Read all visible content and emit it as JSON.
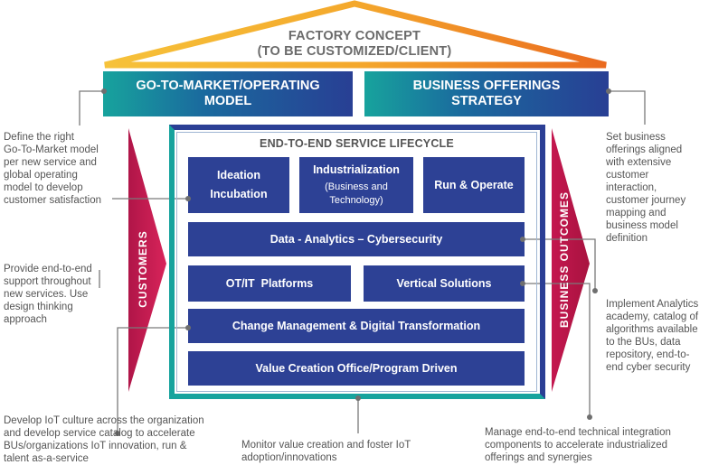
{
  "roof": {
    "title_line1": "FACTORY CONCEPT",
    "title_line2": "(TO BE CUSTOMIZED/CLIENT)"
  },
  "headers": {
    "left_line1": "GO-TO-MARKET/OPERATING",
    "left_line2": "MODEL",
    "right_line1": "BUSINESS OFFERINGS",
    "right_line2": "STRATEGY"
  },
  "lifecycle": {
    "title": "END-TO-END SERVICE LIFECYCLE",
    "ideation_line1": "Ideation",
    "ideation_line2": "Incubation",
    "industrialization": "Industrialization",
    "industrialization_sub_line1": "(Business and",
    "industrialization_sub_line2": "Technology)",
    "run_operate": "Run & Operate",
    "data_analytics": "Data - Analytics – Cybersecurity",
    "ot_it": "OT/IT  Platforms",
    "vertical": "Vertical Solutions",
    "change_mgmt": "Change Management & Digital Transformation",
    "value_creation": "Value Creation Office/Program Driven"
  },
  "sides": {
    "customers": "CUSTOMERS",
    "business_outcomes": "BUSINESS OUTCOMES"
  },
  "notes": {
    "left1": [
      "Define the right",
      "Go-To-Market model",
      "per new service and",
      "global operating",
      "model to develop",
      "customer satisfaction"
    ],
    "left2": [
      "Provide end-to-end",
      "support throughout",
      "new services. Use",
      "design thinking",
      "approach"
    ],
    "bottom_left": [
      "Develop IoT culture across the organization",
      "and develop service catalog to accelerate",
      "BUs/organizations IoT innovation, run &",
      "talent as-a-service"
    ],
    "bottom_center": [
      "Monitor value creation and foster IoT",
      "adoption/innovations"
    ],
    "bottom_right": [
      "Manage end-to-end technical integration",
      "components to accelerate industrialized",
      "offerings and synergies"
    ],
    "right1": [
      "Set business",
      "offerings aligned",
      "with extensive",
      "customer",
      "interaction,",
      "customer journey",
      "mapping and",
      "business model",
      "definition"
    ],
    "right2": [
      "Implement Analytics",
      "academy, catalog of",
      "algorithms available",
      "to the BUs, data",
      "repository, end-to-",
      "end cyber security"
    ]
  },
  "colors": {
    "dark_blue": "#2d4195",
    "teal": "#17a39d",
    "crimson": "#c4174f",
    "roof_orange": "#f08a24",
    "roof_yellow": "#f6c23a"
  }
}
